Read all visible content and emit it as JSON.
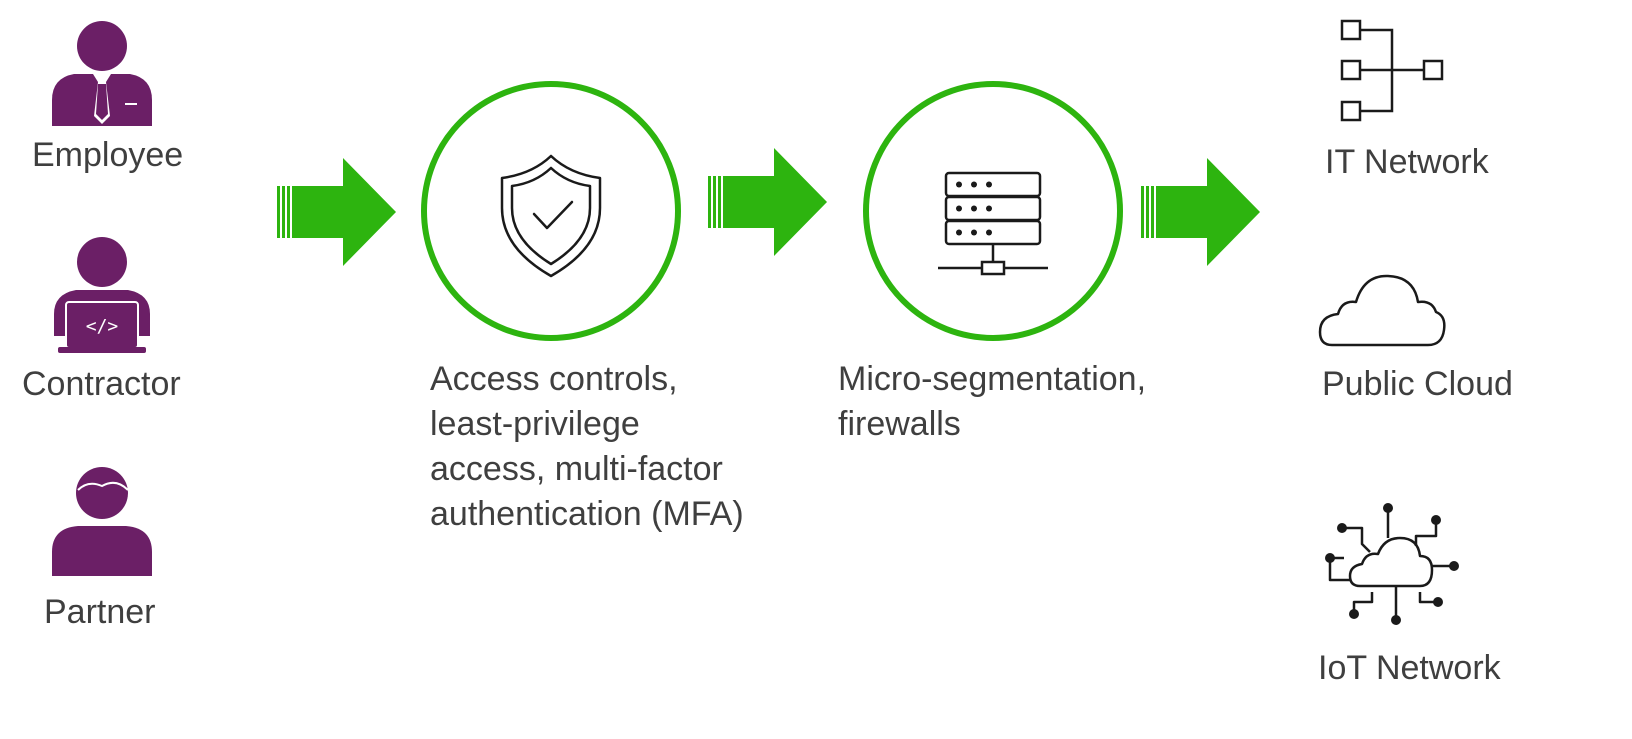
{
  "users": [
    {
      "label": "Employee",
      "icon": "employee-icon"
    },
    {
      "label": "Contractor",
      "icon": "contractor-icon"
    },
    {
      "label": "Partner",
      "icon": "partner-icon"
    }
  ],
  "controls": [
    {
      "icon": "shield-check-icon",
      "lines": [
        "Access controls,",
        "least-privilege",
        "access, multi-factor",
        "authentication (MFA)"
      ]
    },
    {
      "icon": "server-network-icon",
      "lines": [
        "Micro-segmentation,",
        "firewalls"
      ]
    }
  ],
  "destinations": [
    {
      "label": "IT Network",
      "icon": "network-tree-icon"
    },
    {
      "label": "Public Cloud",
      "icon": "cloud-icon"
    },
    {
      "label": "IoT Network",
      "icon": "iot-cloud-icon"
    }
  ],
  "colors": {
    "accent_green": "#2db40f",
    "user_purple": "#6b1f66",
    "text": "#3f3f3f"
  }
}
